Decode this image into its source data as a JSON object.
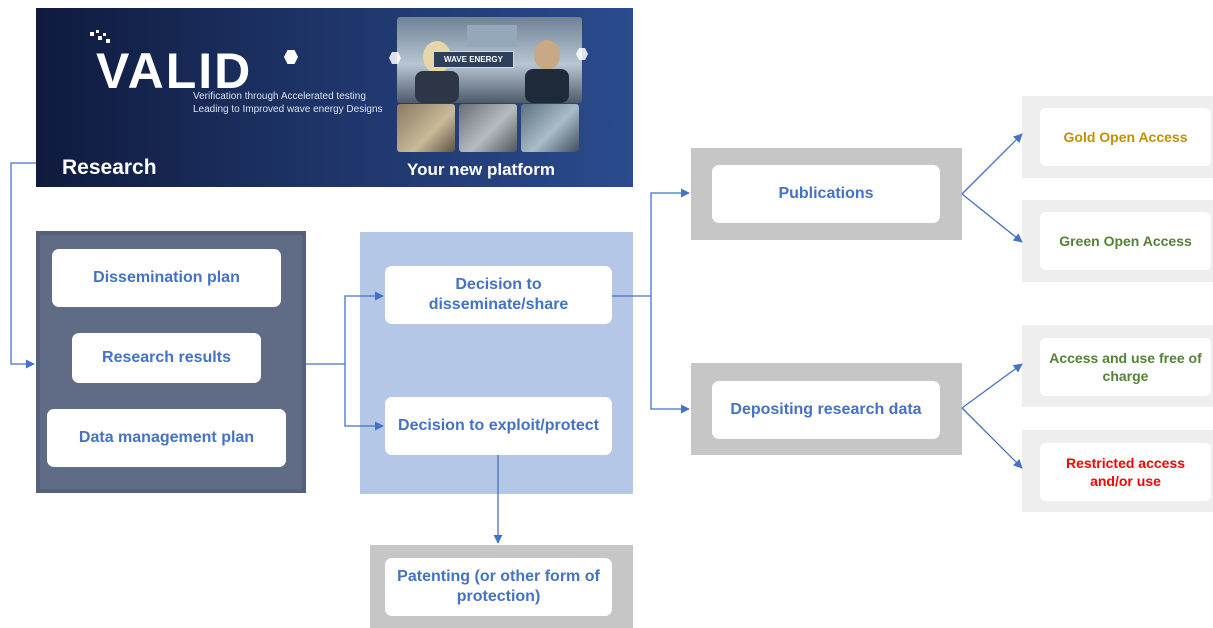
{
  "banner": {
    "logo": "VALID",
    "tagline_line1": "Verification through Accelerated testing",
    "tagline_line2": "Leading to Improved wave energy Designs",
    "wave_label": "WAVE ENERGY",
    "research_label": "Research",
    "platform_label": "Your new platform"
  },
  "left_panel": {
    "dissemination_plan": "Dissemination plan",
    "research_results": "Research results",
    "data_management_plan": "Data management plan"
  },
  "mid_panel": {
    "decision_disseminate": "Decision to disseminate/share",
    "decision_exploit": "Decision to exploit/protect"
  },
  "patenting": "Patenting (or other form of protection)",
  "publications": "Publications",
  "depositing": "Depositing research data",
  "outcomes": {
    "gold": "Gold Open Access",
    "green": "Green Open Access",
    "free": "Access and use free of charge",
    "restricted": "Restricted access and/or use"
  },
  "colors": {
    "box_text": "#4472c4",
    "gold": "#bf9000",
    "green": "#548235",
    "restricted": "#ff0000",
    "connector": "#4472c4"
  }
}
